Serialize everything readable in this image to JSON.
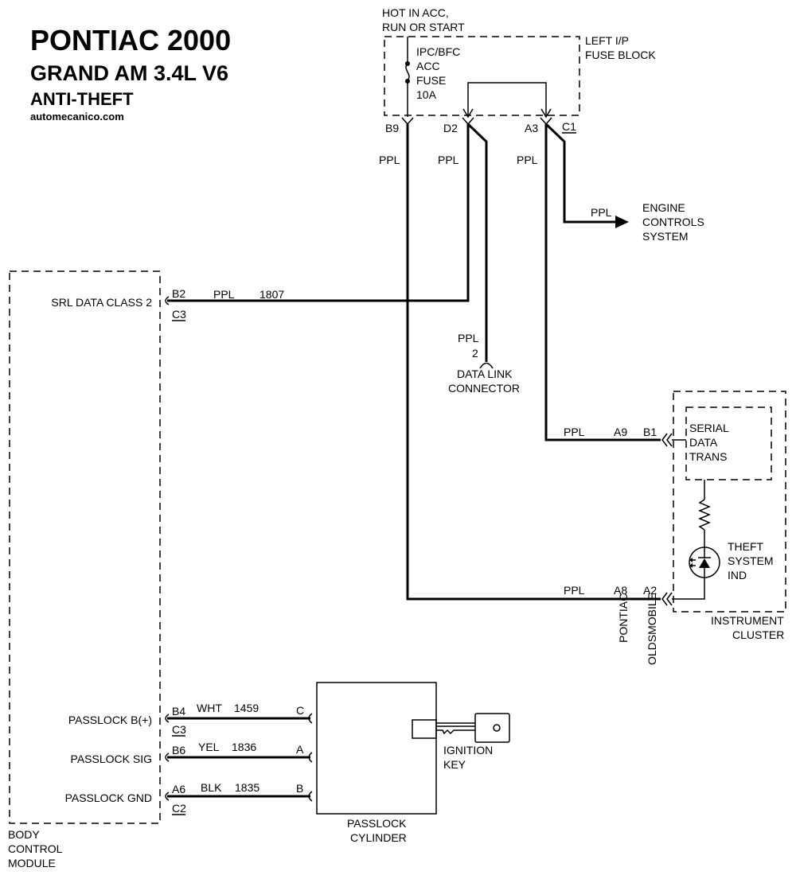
{
  "title": {
    "line1": "PONTIAC 2000",
    "line2": "GRAND AM 3.4L V6",
    "line3": "ANTI-THEFT",
    "source": "automecanico.com"
  },
  "fuse_block": {
    "power_note_1": "HOT IN ACC,",
    "power_note_2": "RUN OR START",
    "label_1": "LEFT I/P",
    "label_2": "FUSE BLOCK",
    "fuse_1": "IPC/BFC",
    "fuse_2": "ACC",
    "fuse_3": "FUSE",
    "fuse_4": "10A",
    "pin_b9": "B9",
    "pin_d2": "D2",
    "pin_a3": "A3",
    "connector_c1": "C1"
  },
  "wires": {
    "ppl_b9": "PPL",
    "ppl_d2": "PPL",
    "ppl_a3": "PPL",
    "ppl_ecs": "PPL",
    "ppl_srl": "PPL",
    "circuit_srl": "1807",
    "ppl_dlc": "PPL",
    "ppl_a9": "PPL",
    "ppl_a8": "PPL"
  },
  "engine_controls": {
    "line1": "ENGINE",
    "line2": "CONTROLS",
    "line3": "SYSTEM"
  },
  "data_link": {
    "pin": "2",
    "line1": "DATA LINK",
    "line2": "CONNECTOR"
  },
  "bcm": {
    "srl_label": "SRL DATA CLASS 2",
    "srl_pin": "B2",
    "srl_conn": "C3",
    "passlock_bplus": "PASSLOCK B(+)",
    "passlock_sig": "PASSLOCK SIG",
    "passlock_gnd": "PASSLOCK GND",
    "pin_b4": "B4",
    "pin_b6": "B6",
    "pin_a6": "A6",
    "conn_c3": "C3",
    "conn_c2": "C2",
    "name_1": "BODY",
    "name_2": "CONTROL",
    "name_3": "MODULE"
  },
  "passlock_wires": {
    "wht": "WHT",
    "c1459": "1459",
    "pin_c": "C",
    "yel": "YEL",
    "c1836": "1836",
    "pin_a": "A",
    "blk": "BLK",
    "c1835": "1835",
    "pin_b": "B"
  },
  "passlock_cylinder": {
    "line1": "PASSLOCK",
    "line2": "CYLINDER",
    "key_1": "IGNITION",
    "key_2": "KEY"
  },
  "instrument_cluster": {
    "pin_a9": "A9",
    "pin_b1": "B1",
    "pin_a8": "A8",
    "pin_a2": "A2",
    "serial_1": "SERIAL",
    "serial_2": "DATA",
    "serial_3": "TRANS",
    "theft_1": "THEFT",
    "theft_2": "SYSTEM",
    "theft_3": "IND",
    "name_1": "INSTRUMENT",
    "name_2": "CLUSTER",
    "pontiac": "PONTIAC",
    "oldsmobile": "OLDSMOBILE"
  }
}
